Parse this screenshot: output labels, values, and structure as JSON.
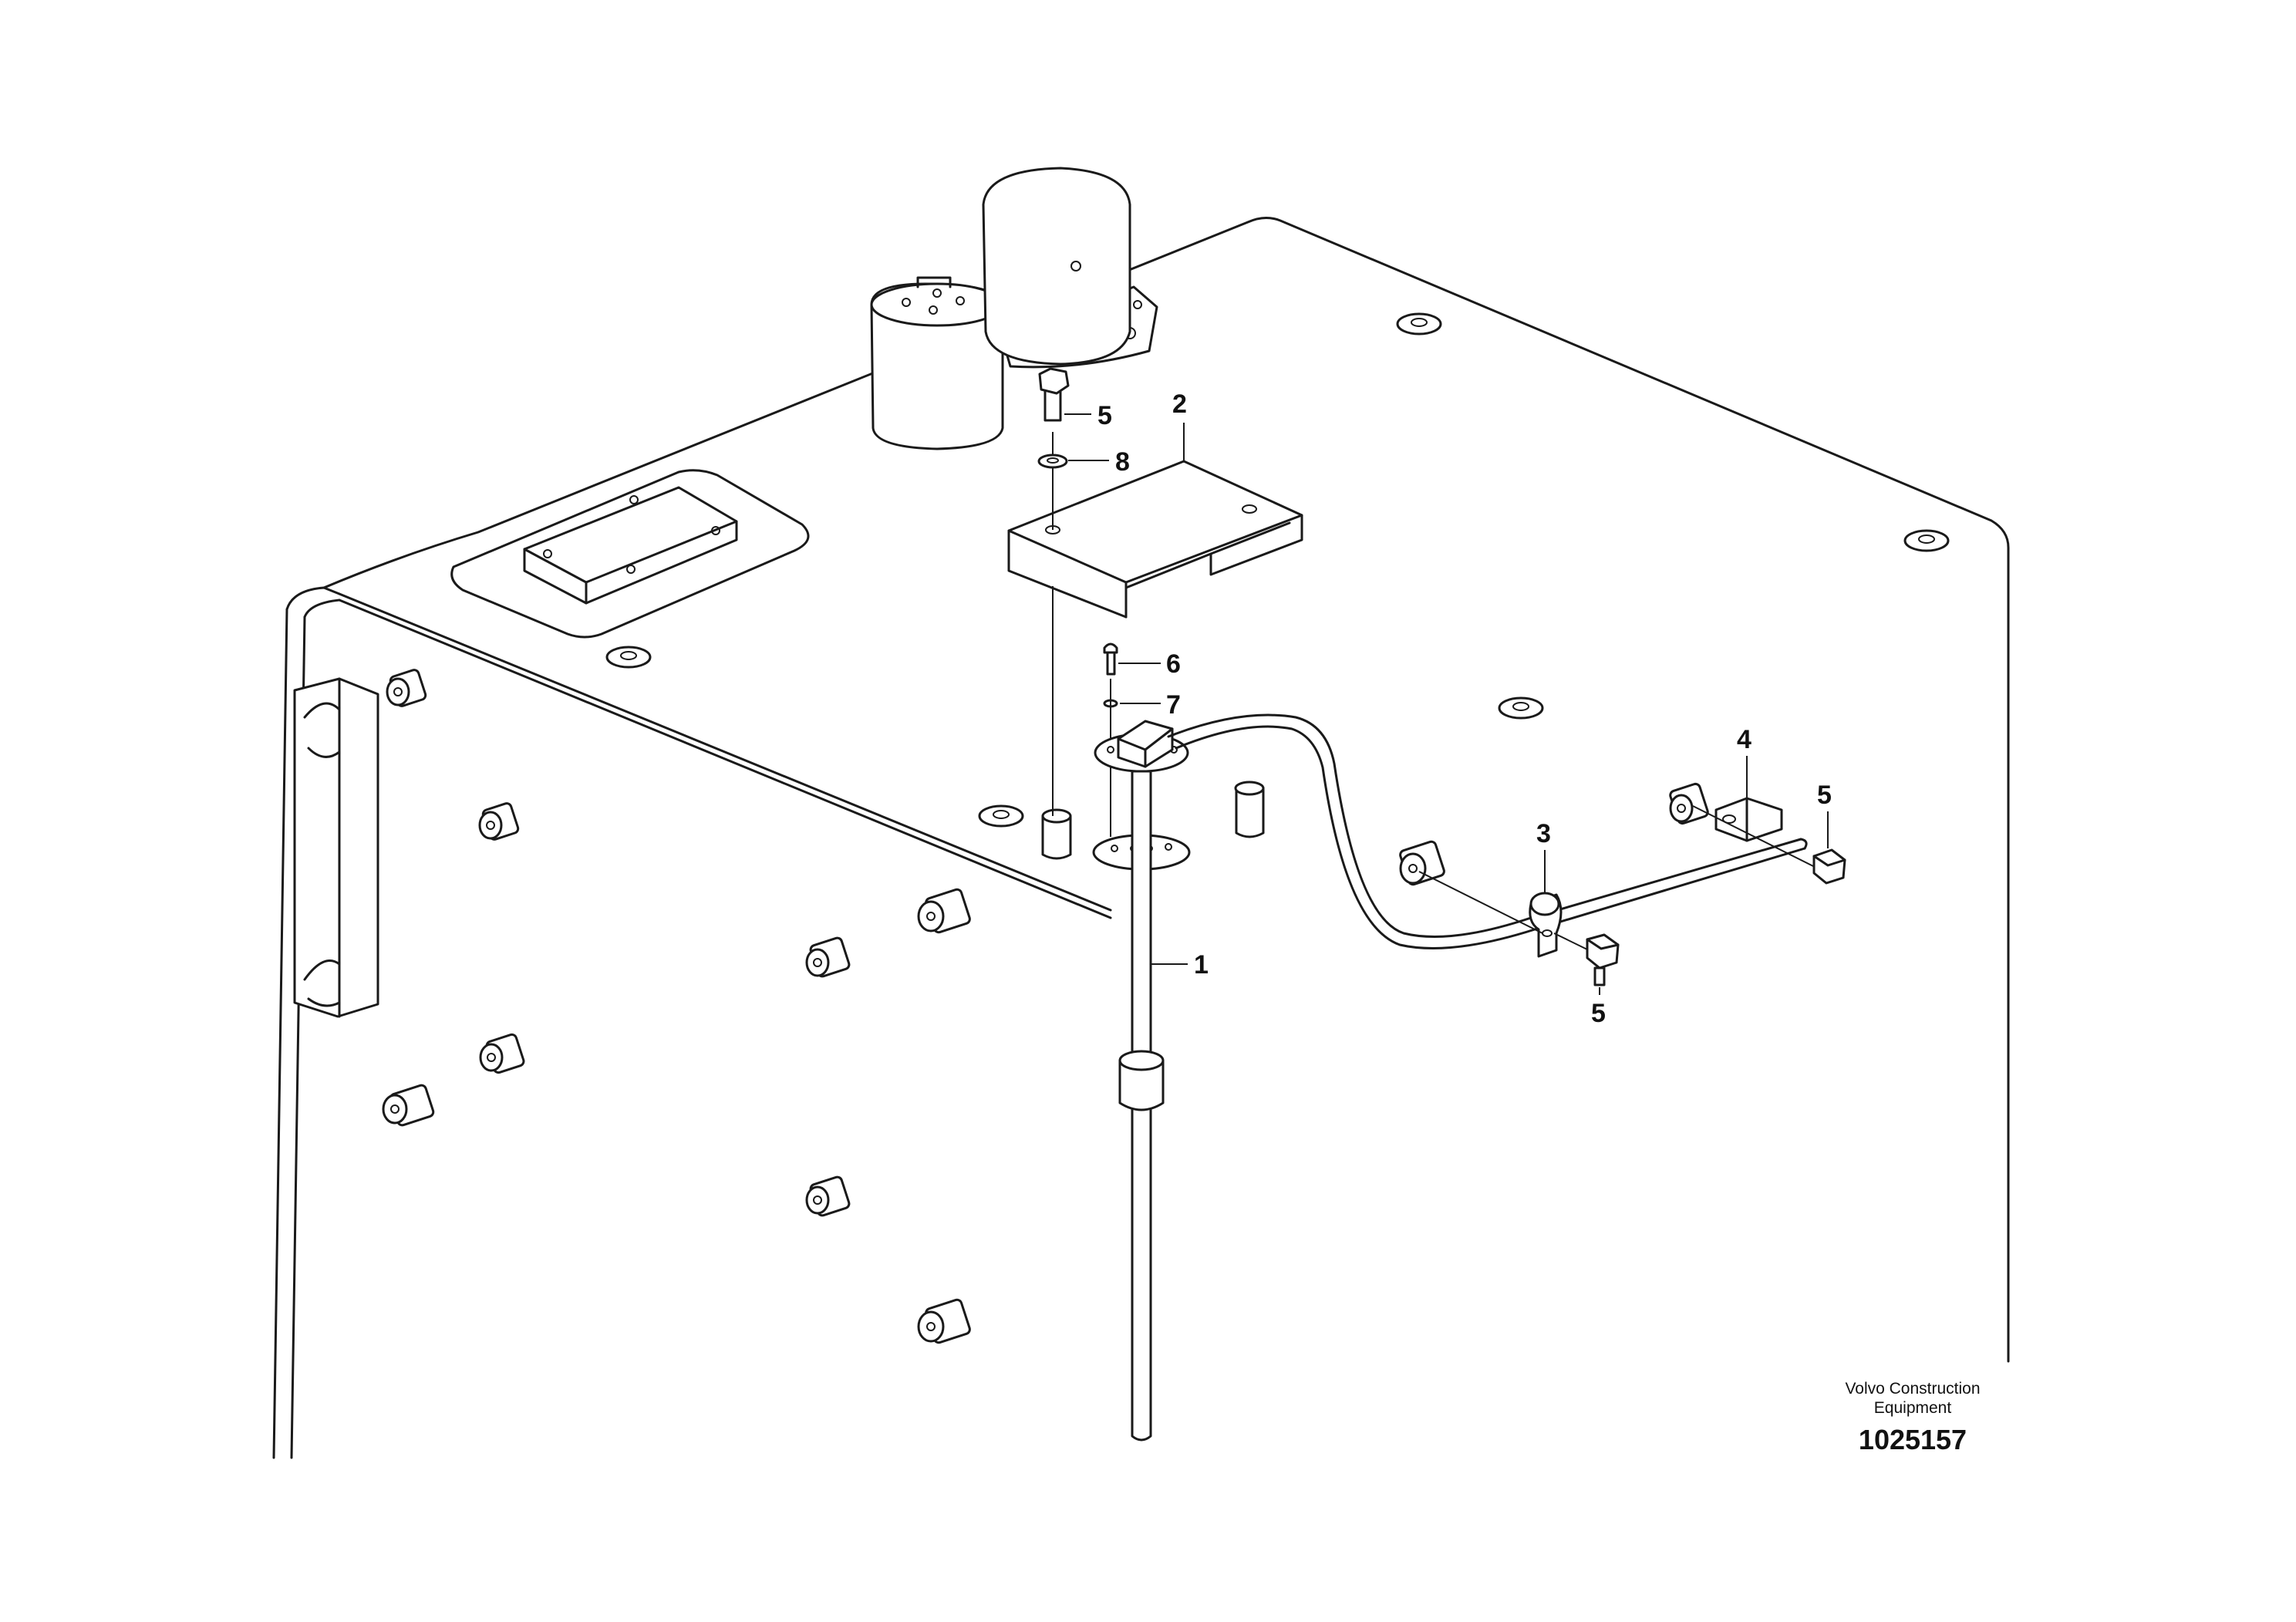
{
  "callouts": [
    "1",
    "2",
    "3",
    "4",
    "5",
    "6",
    "7",
    "8"
  ],
  "stamp": {
    "maker": "Volvo Construction\nEquipment",
    "number": "1025157"
  },
  "parts": {
    "1": "fuel-level-sender",
    "2": "protective-cover",
    "3": "cable-clamp",
    "4": "cable-clamp",
    "5": "screw",
    "6": "screw",
    "7": "washer",
    "8": "washer"
  }
}
